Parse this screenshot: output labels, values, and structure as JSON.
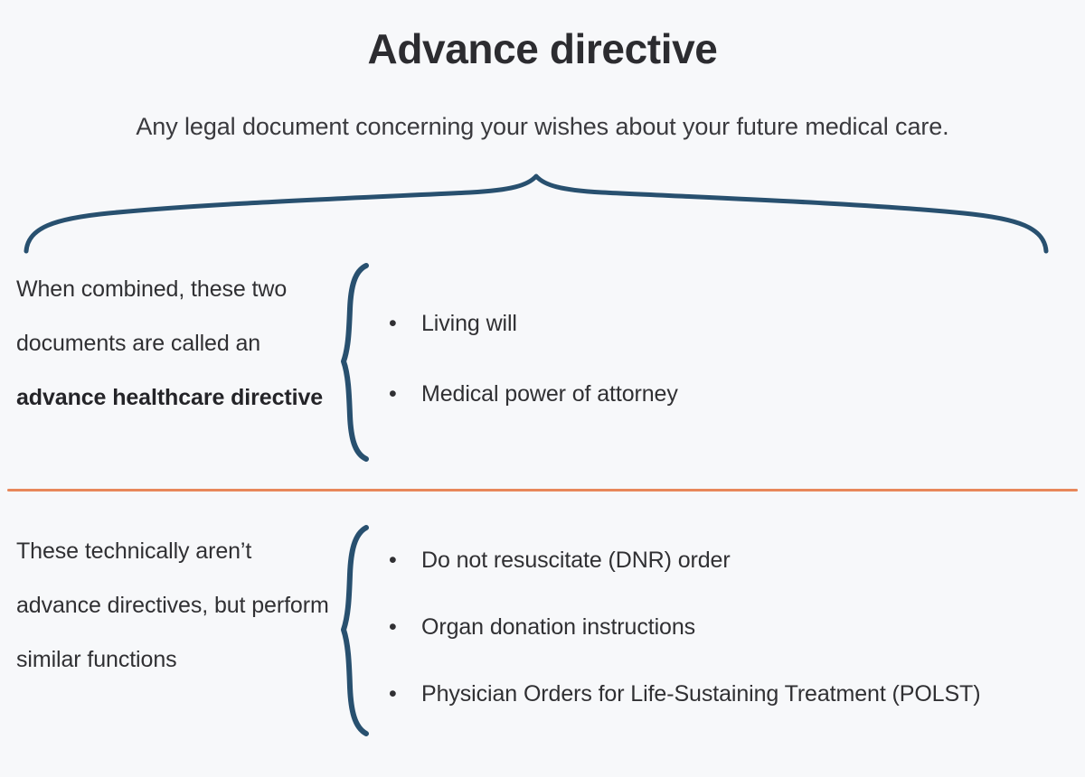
{
  "page": {
    "background_color": "#f7f8fa",
    "text_color": "#303033",
    "brace_color": "#28506f",
    "divider_color": "#e8875a"
  },
  "header": {
    "title": "Advance directive",
    "subtitle": "Any legal document concerning your wishes about your future medical care."
  },
  "top_brace": {
    "icon_name": "curly-brace-down-icon"
  },
  "sections": [
    {
      "lead_plain_prefix": "When combined, these two documents are called an ",
      "lead_bold": "advance healthcare directive",
      "lead_full": "When combined, these two documents are called an advance healthcare directive",
      "brace_icon": "curly-brace-right-icon",
      "bullet_glyph": "•",
      "items": [
        "Living will",
        "Medical power of attorney"
      ]
    },
    {
      "lead_plain_prefix": "These technically aren’t advance directives, but perform similar functions",
      "lead_bold": "",
      "lead_full": "These technically aren’t advance directives, but perform similar functions",
      "brace_icon": "curly-brace-right-icon",
      "bullet_glyph": "•",
      "items": [
        "Do not resuscitate (DNR) order",
        "Organ donation instructions",
        "Physician Orders for Life-Sustaining Treatment (POLST)"
      ]
    }
  ],
  "footer": {
    "ghost_text": " "
  }
}
